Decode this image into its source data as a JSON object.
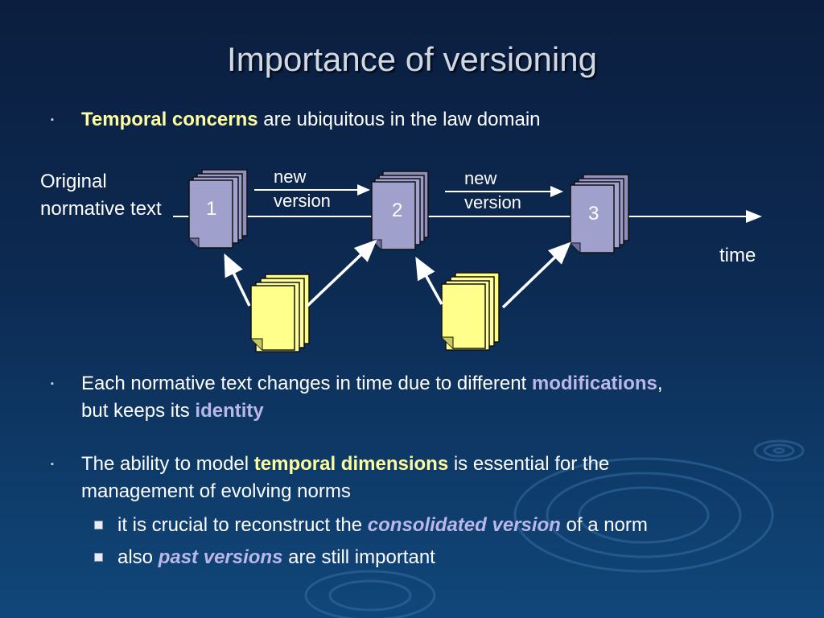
{
  "slide": {
    "title": "Importance of versioning",
    "bullet1": {
      "highlight": "Temporal concerns",
      "rest": " are ubiquitous in the law domain"
    },
    "bullet2": {
      "part1": "Each normative text changes in time due to different ",
      "highlight1": "modifications",
      "part2": ",",
      "part3": "but keeps its ",
      "highlight2": "identity"
    },
    "bullet3": {
      "part1": "The ability to model ",
      "highlight": "temporal dimensions",
      "part2": " is essential for the",
      "part3": "management of evolving norms"
    },
    "sub1": {
      "part1": "it is crucial to reconstruct the ",
      "highlight": "consolidated version",
      "part2": " of a norm"
    },
    "sub2": {
      "part1": "also ",
      "highlight": "past versions",
      "part2": " are still important"
    }
  },
  "diagram": {
    "original_label_line1": "Original",
    "original_label_line2": "normative text",
    "version_labels": [
      "1",
      "2",
      "3"
    ],
    "arrow_label_1_line1": "new",
    "arrow_label_1_line2": "version",
    "arrow_label_2_line1": "new",
    "arrow_label_2_line2": "version",
    "time_label": "time"
  },
  "colors": {
    "version_doc": "#9b9bc8",
    "modification_doc": "#ffff88",
    "highlight_yellow": "#fffe9e",
    "highlight_lilac": "#b9b8e8"
  }
}
